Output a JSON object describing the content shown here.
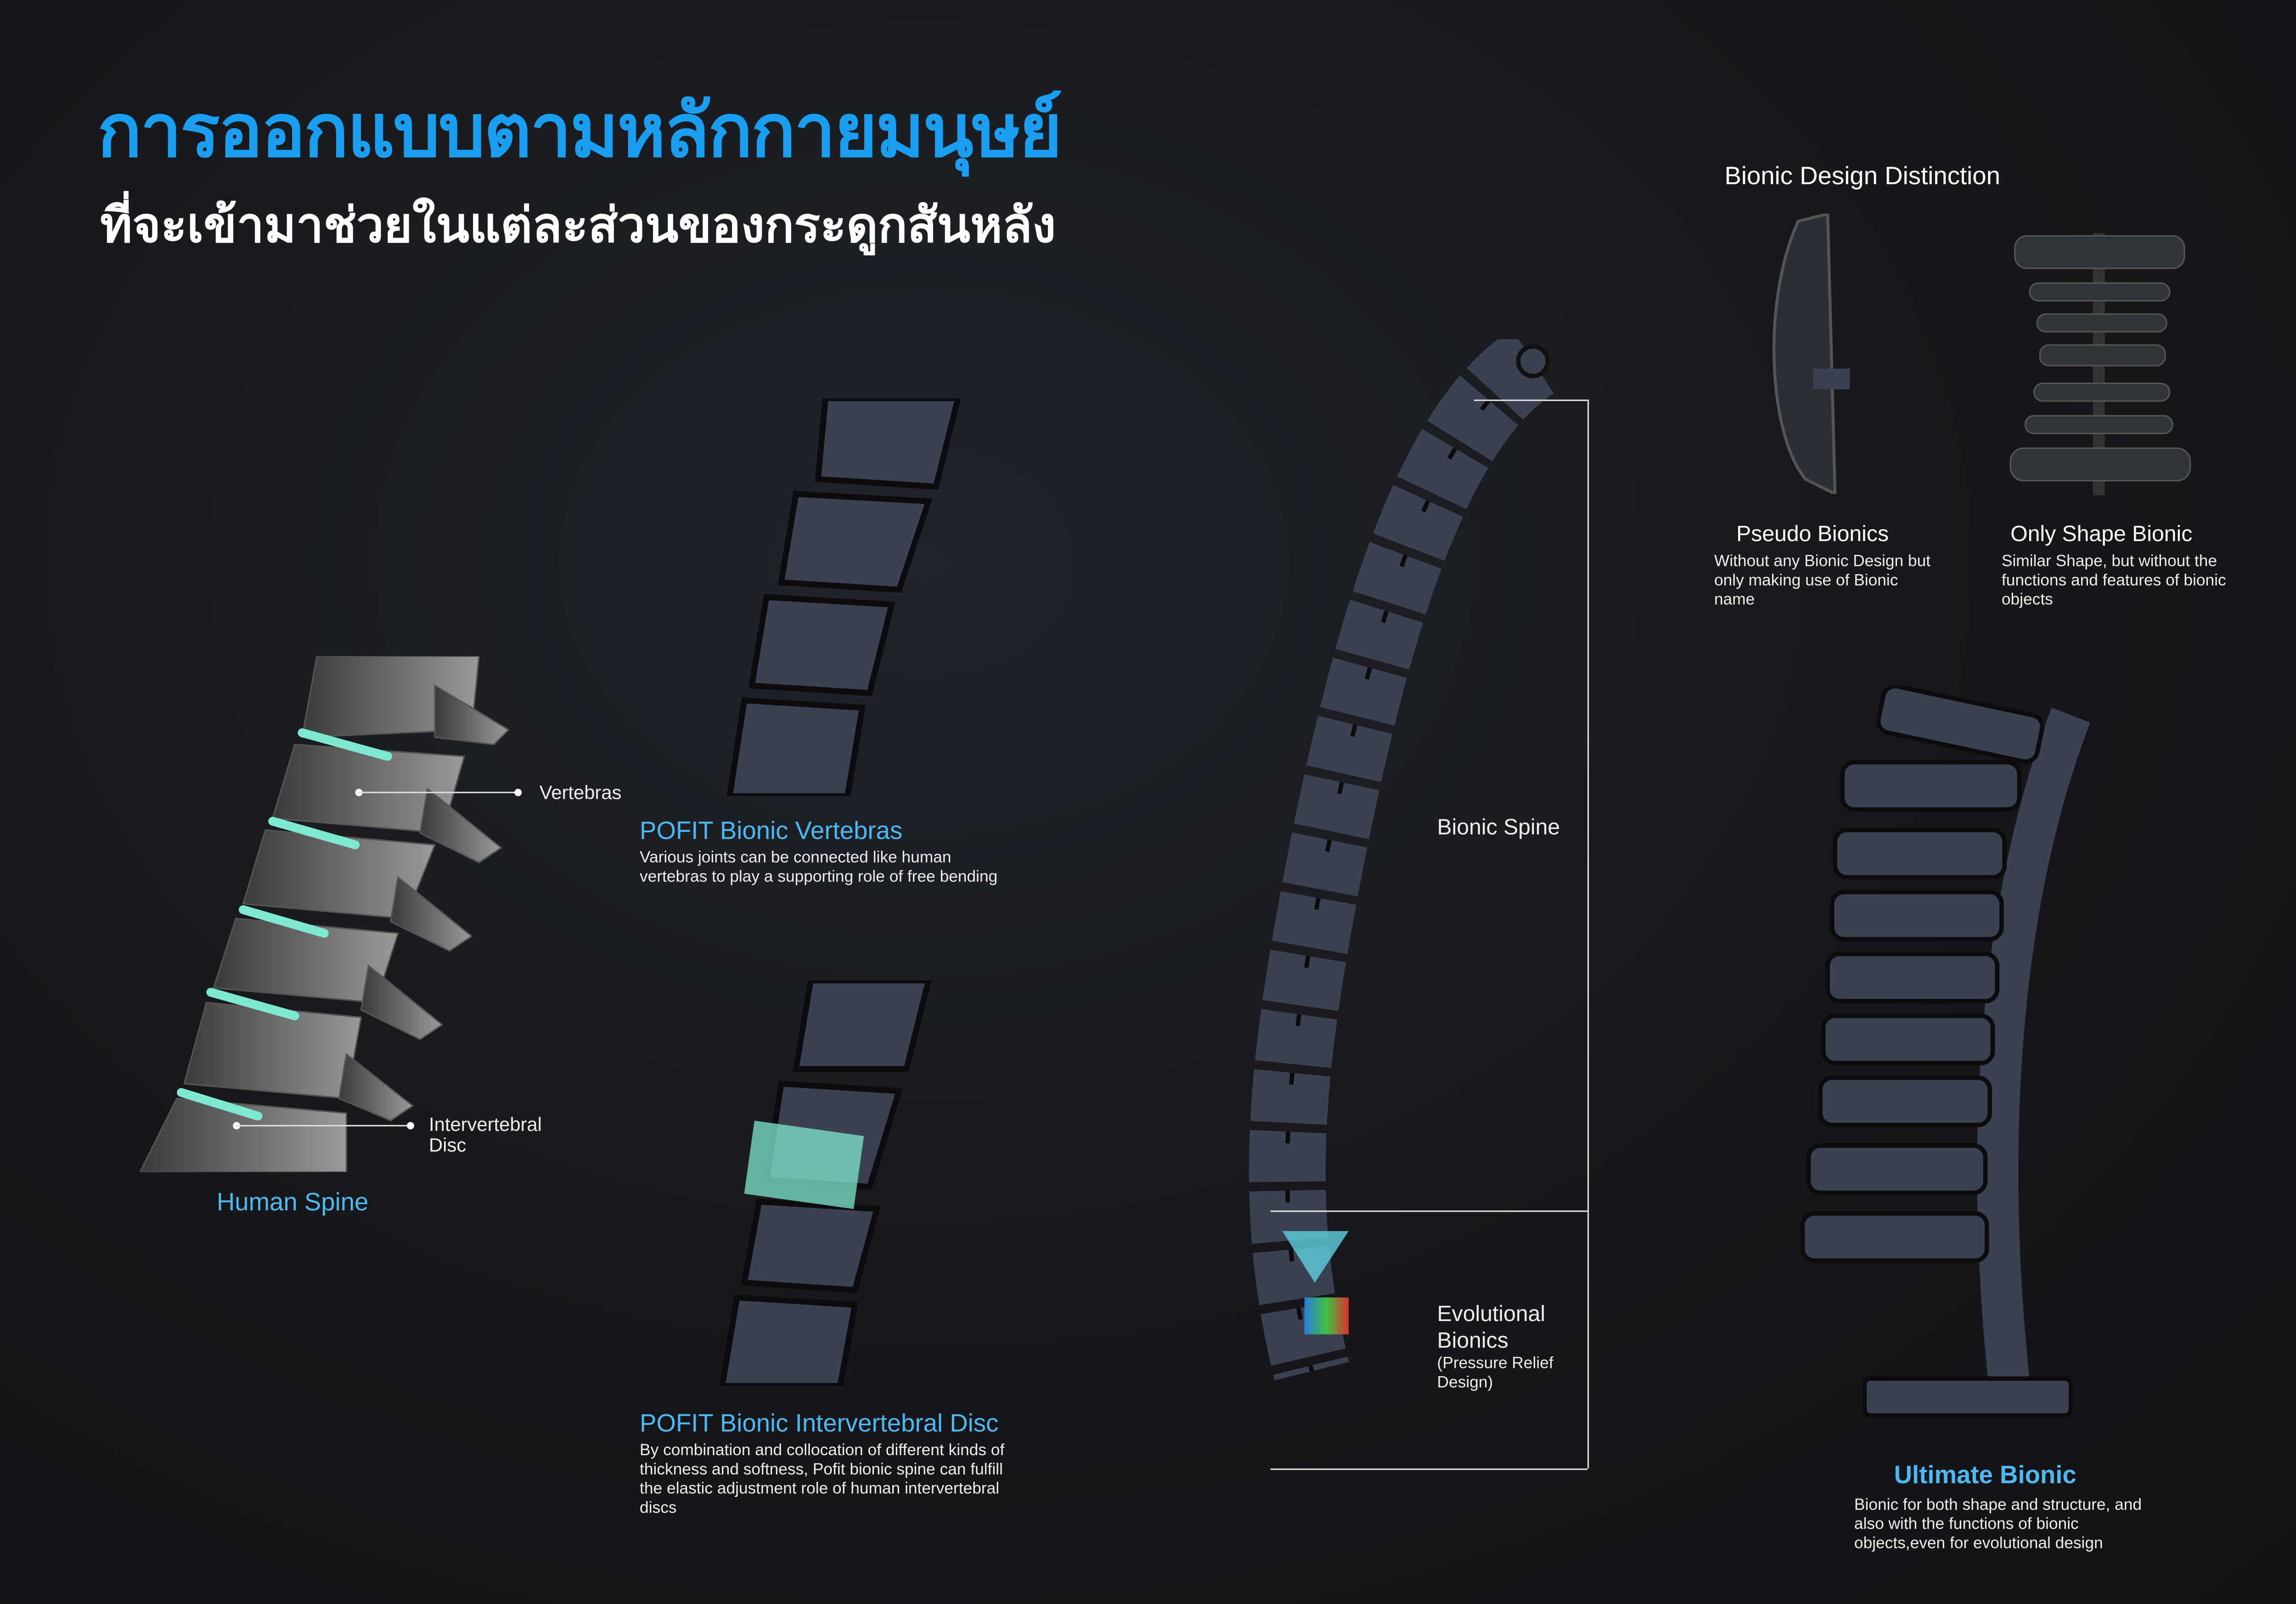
{
  "header": {
    "title": "การออกแบบตามหลักกายมนุษย์",
    "subtitle": "ที่จะเข้ามาช่วยในแต่ละส่วนของกระดูกสันหลัง"
  },
  "human_spine": {
    "label": "Human Spine",
    "callout_vertebras": "Vertebras",
    "callout_disc": "Intervertebral Disc",
    "disc_color": "#7fe8d0"
  },
  "vertebras": {
    "title": "POFIT Bionic Vertebras",
    "desc": "Various joints can be connected like human vertebras to play a supporting role of free bending"
  },
  "disc": {
    "title": "POFIT Bionic Intervertebral Disc",
    "desc": "By combination and collocation of different kinds of thickness and softness, Pofit bionic spine can fulfill the elastic adjustment role of human intervertebral discs"
  },
  "bionic_spine": {
    "label": "Bionic Spine",
    "evolutional_title": "Evolutional Bionics",
    "evolutional_note": "(Pressure Relief Design)"
  },
  "distinction": {
    "title": "Bionic Design Distinction",
    "pseudo": {
      "title": "Pseudo Bionics",
      "desc": "Without any Bionic Design but only making use of Bionic name"
    },
    "shape": {
      "title": "Only Shape Bionic",
      "desc": "Similar Shape, but without the functions and features of bionic objects"
    }
  },
  "ultimate": {
    "title": "Ultimate Bionic",
    "desc": "Bionic for both shape and structure, and also with the functions of bionic objects,even for evolutional design"
  },
  "colors": {
    "accent": "#1a9ff0",
    "label_blue": "#4fb8f0"
  }
}
